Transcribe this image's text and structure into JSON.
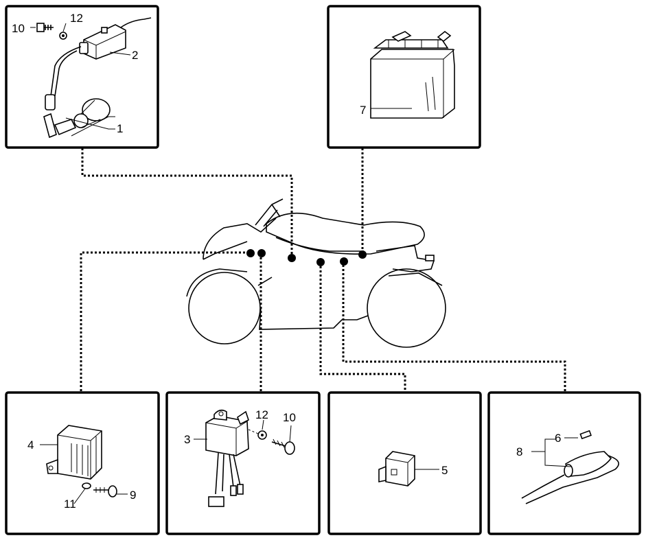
{
  "callouts": {
    "c1": "1",
    "c2": "2",
    "c3": "3",
    "c4": "4",
    "c5": "5",
    "c6": "6",
    "c7": "7",
    "c8": "8",
    "c9": "9",
    "c10_top": "10",
    "c10_bottom": "10",
    "c11": "11",
    "c12_top": "12",
    "c12_bottom": "12"
  }
}
